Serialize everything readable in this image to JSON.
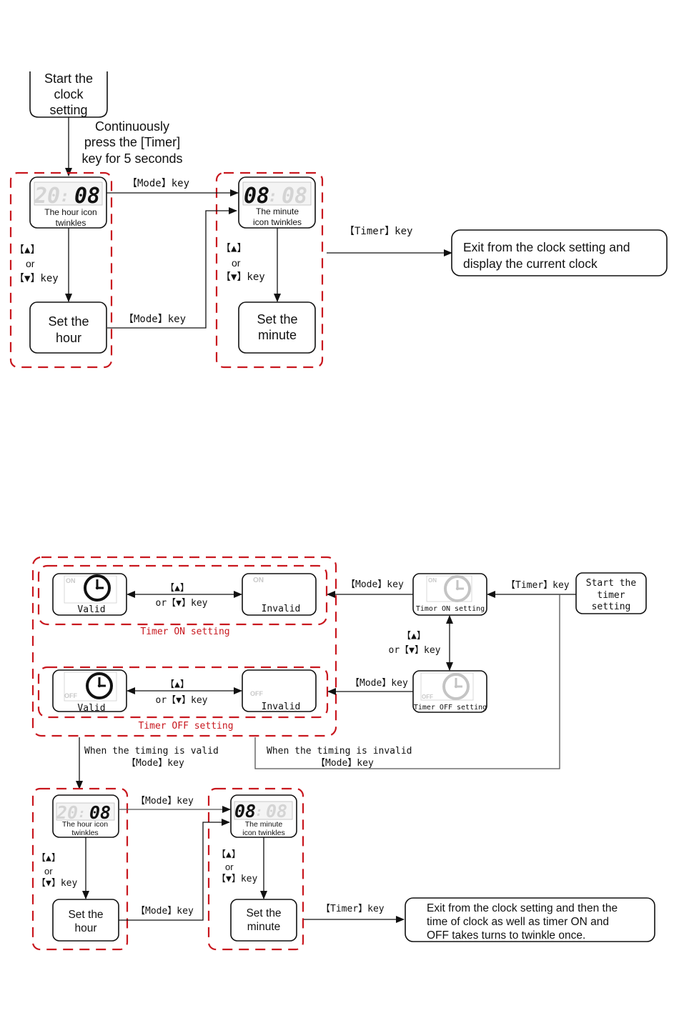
{
  "colors": {
    "accent_red": "#c8171e",
    "line": "#111111",
    "faded": "#c9c9c9"
  },
  "clock_setting": {
    "start_box": [
      "Start the",
      "clock",
      "setting"
    ],
    "start_arrow_label": [
      "Continuously",
      "press the [Timer]",
      "key for 5 seconds"
    ],
    "hour_display": {
      "dim": "20",
      "sep": ":",
      "lit": "08",
      "caption": [
        "The hour icon",
        "twinkles"
      ]
    },
    "minute_display": {
      "lit": "08",
      "sep": ":",
      "dim": "08",
      "caption": [
        "The minute",
        "icon twinkles"
      ]
    },
    "mode_key_top": "【Mode】key",
    "mode_key_bottom": "【Mode】key",
    "updown_hour": [
      "【▲】",
      "or",
      "【▼】key"
    ],
    "updown_minute": [
      "【▲】",
      "or",
      "【▼】key"
    ],
    "set_hour": [
      "Set the",
      "hour"
    ],
    "set_minute": [
      "Set the",
      "minute"
    ],
    "timer_key": "【Timer】key",
    "exit_box": [
      "Exit from the clock setting and",
      "display the current clock"
    ]
  },
  "timer_setting": {
    "start_box": [
      "Start the",
      "timer",
      "setting"
    ],
    "timer_key": "【Timer】key",
    "timer_on_box": {
      "tag": "ON",
      "caption": "Timor ON setting"
    },
    "timer_off_box": {
      "tag": "OFF",
      "caption": "Timer OFF setting"
    },
    "mode_key_on": "【Mode】key",
    "mode_key_off": "【Mode】key",
    "updown_right": [
      "【▲】",
      "or【▼】key"
    ],
    "on_group": {
      "valid": {
        "tag": "ON",
        "label": "Valid"
      },
      "invalid": {
        "tag": "ON",
        "label": "Invalid"
      },
      "updown": [
        "【▲】",
        "or【▼】key"
      ],
      "caption": "Timer ON setting"
    },
    "off_group": {
      "valid": {
        "tag": "OFF",
        "label": "Valid"
      },
      "invalid": {
        "tag": "OFF",
        "label": "Invalid"
      },
      "updown": [
        "【▲】",
        "or【▼】key"
      ],
      "caption": "Timer OFF setting"
    },
    "when_valid": [
      "When the timing is valid",
      "【Mode】key"
    ],
    "when_invalid": [
      "When the timing is invalid",
      "【Mode】key"
    ],
    "hour_display": {
      "dim": "20",
      "sep": ":",
      "lit": "08",
      "caption": [
        "The hour icon",
        "twinkles"
      ]
    },
    "minute_display": {
      "lit": "08",
      "sep": ":",
      "dim": "08",
      "caption": [
        "The minute",
        "icon twinkles"
      ]
    },
    "mode_key_top": "【Mode】key",
    "mode_key_bottom": "【Mode】key",
    "updown_hour": [
      "【▲】",
      "or",
      "【▼】key"
    ],
    "updown_minute": [
      "【▲】",
      "or",
      "【▼】key"
    ],
    "set_hour": [
      "Set the",
      "hour"
    ],
    "set_minute": [
      "Set the",
      "minute"
    ],
    "timer_key_exit": "【Timer】key",
    "exit_box": [
      "Exit from the clock setting and then the",
      "time of clock as well as timer ON and",
      "OFF takes turns to twinkle once."
    ]
  }
}
